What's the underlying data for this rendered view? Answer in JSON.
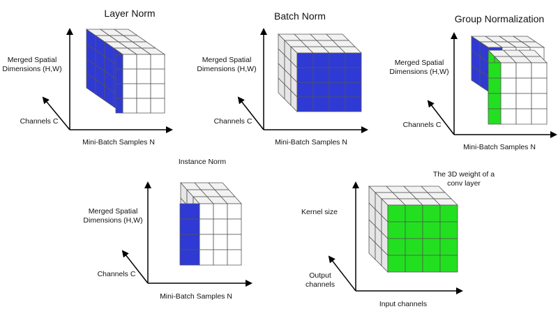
{
  "panels": {
    "layer_norm": {
      "title": "Layer Norm",
      "y_axis_label": [
        "Merged Spatial",
        "Dimensions (H,W)"
      ],
      "z_axis_label": "Channels C",
      "x_axis_label": "Mini-Batch Samples N",
      "highlight_color": "#2f39d4"
    },
    "batch_norm": {
      "title": "Batch Norm",
      "y_axis_label": [
        "Merged Spatial",
        "Dimensions (H,W)"
      ],
      "z_axis_label": "Channels C",
      "x_axis_label": "Mini-Batch Samples N",
      "highlight_color": "#2f39d4"
    },
    "group_norm": {
      "title": "Group Normalization",
      "y_axis_label": [
        "Merged Spatial",
        "Dimensions (H,W)"
      ],
      "z_axis_label": "Channels C",
      "x_axis_label": "Mini-Batch Samples N",
      "highlight_colors": [
        "#2f39d4",
        "#22e01f"
      ]
    },
    "instance_norm": {
      "title": "Instance Norm",
      "y_axis_label": [
        "Merged Spatial",
        "Dimensions (H,W)"
      ],
      "z_axis_label": "Channels C",
      "x_axis_label": "Mini-Batch Samples N",
      "highlight_color": "#2f39d4"
    },
    "conv_weight": {
      "title": [
        "The 3D weight of a",
        "conv layer"
      ],
      "y_axis_label": "Kernel size",
      "z_axis_label": [
        "Output",
        "channels"
      ],
      "x_axis_label": "Input channels",
      "highlight_color": "#22e01f"
    }
  },
  "colors": {
    "cell_white": "#ffffff",
    "cell_gray": "#e6e6e6",
    "cell_top": "#f2f2f2",
    "grid_line": "#555555",
    "axis": "#000000"
  }
}
